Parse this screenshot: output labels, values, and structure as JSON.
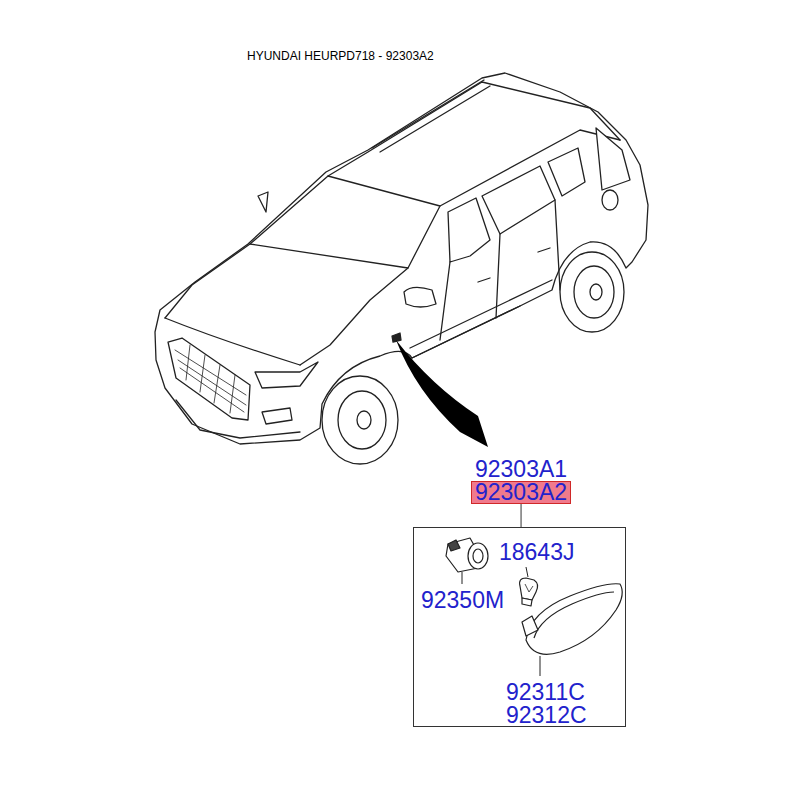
{
  "diagram": {
    "title": "HYUNDAI HEURPD718 - 92303A2",
    "nodes": [
      {
        "text": [
          "92303A2"
        ]
      },
      {
        "text": [
          "18643J",
          "92350M",
          "92311C",
          "92312C"
        ]
      }
    ],
    "edges": [
      {
        "from": 0,
        "to": 1,
        "arrow": "none"
      }
    ],
    "labels": [
      "92303A1"
    ]
  }
}
